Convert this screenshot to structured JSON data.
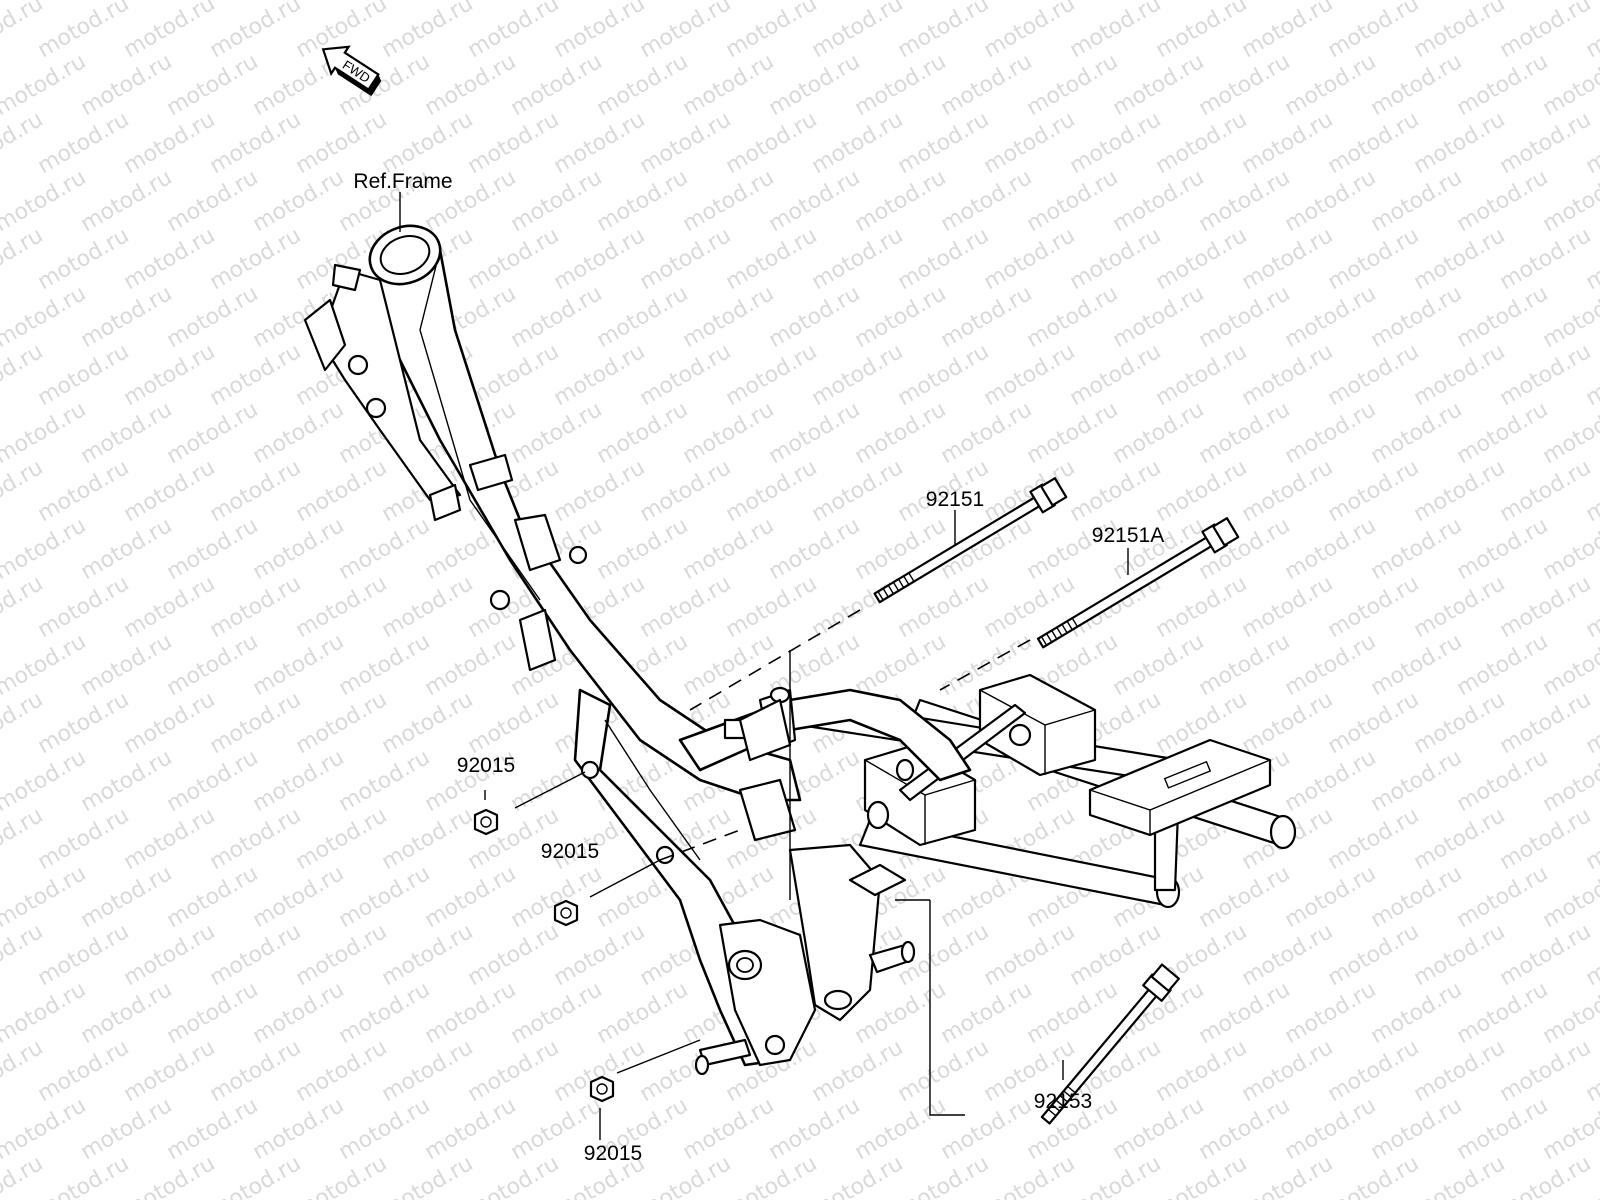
{
  "watermark": {
    "text": "motod.ru"
  },
  "fwd_arrow": {
    "label": "FWD"
  },
  "labels": {
    "ref_frame": "Ref.Frame",
    "part_92151": "92151",
    "part_92151A": "92151A",
    "part_92153": "92153",
    "nut_upper": "92015",
    "nut_middle": "92015",
    "nut_lower": "92015"
  }
}
